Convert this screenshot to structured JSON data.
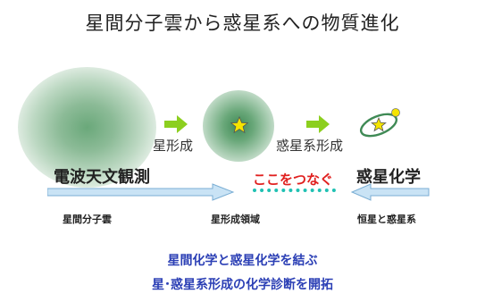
{
  "title": "星間分子雲から惑星系への物質進化",
  "stages": {
    "star_formation": "星形成",
    "planetary_system_formation": "惑星系形成"
  },
  "fields": {
    "radio_astronomy": "電波天文観測",
    "planetary_chemistry": "惑星化学",
    "connect_here": "ここをつなぐ"
  },
  "regions": {
    "interstellar_molecular_cloud": "星間分子雲",
    "star_forming_region": "星形成領域",
    "star_and_planetary_system": "恒星と惑星系"
  },
  "summary": {
    "line1": "星間化学と惑星化学を結ぶ",
    "line2": "星･惑星系形成の化学診断を開拓"
  },
  "colors": {
    "cloud_green": "#6aa87a",
    "arrow_green": "#8ccf1f",
    "arrow_blue": "#c9e3f5",
    "dotted_teal": "#20c1b3",
    "highlight_red": "#e0201f",
    "summary_blue": "#2b3fb5",
    "star_yellow": "#f5e400"
  }
}
